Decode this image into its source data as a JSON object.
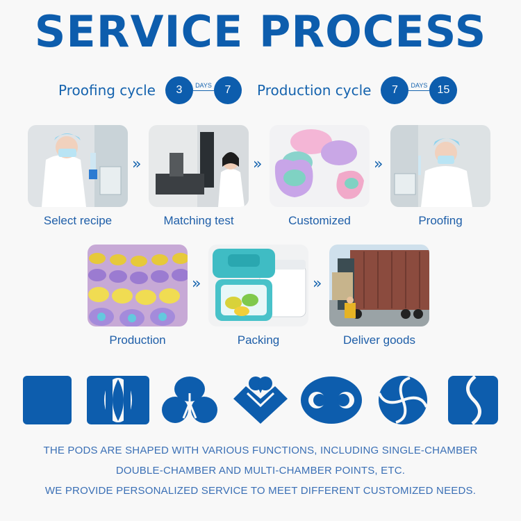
{
  "title": "SERVICE PROCESS",
  "proofing": {
    "label": "Proofing cycle",
    "from": "3",
    "unit": "DAYS",
    "to": "7"
  },
  "production": {
    "label": "Production cycle",
    "from": "7",
    "unit": "DAYS",
    "to": "15"
  },
  "steps": [
    {
      "label": "Select recipe"
    },
    {
      "label": "Matching test"
    },
    {
      "label": "Customized"
    },
    {
      "label": "Proofing"
    },
    {
      "label": "Production"
    },
    {
      "label": "Packing"
    },
    {
      "label": "Deliver goods"
    }
  ],
  "arrow_glyph": "»",
  "description": [
    "THE PODS ARE SHAPED WITH VARIOUS FUNCTIONS, INCLUDING SINGLE-CHAMBER",
    "DOUBLE-CHAMBER AND MULTI-CHAMBER POINTS, ETC.",
    "WE PROVIDE PERSONALIZED SERVICE TO MEET DIFFERENT CUSTOMIZED NEEDS."
  ],
  "colors": {
    "brand": "#0d5dad",
    "text": "#1e5ea8",
    "background": "#f8f8f8"
  },
  "shape_icons": [
    "square-pod-icon",
    "oval-chamber-pod-icon",
    "trefoil-pod-icon",
    "heart-pod-icon",
    "twin-circle-pod-icon",
    "swirl-pod-icon",
    "s-chamber-pod-icon"
  ]
}
